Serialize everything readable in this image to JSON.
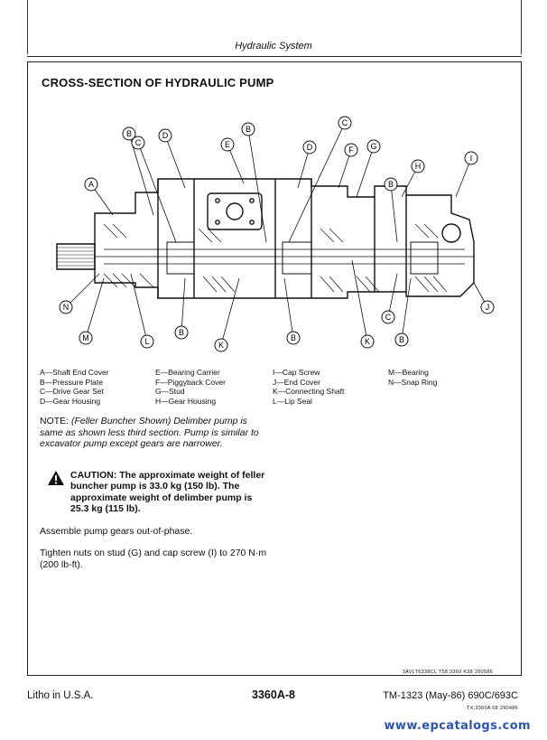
{
  "header": {
    "title": "Hydraulic System"
  },
  "section": {
    "title": "CROSS-SECTION OF HYDRAULIC PUMP"
  },
  "callouts": [
    "A",
    "B",
    "C",
    "D",
    "E",
    "B",
    "C",
    "D",
    "F",
    "G",
    "H",
    "I",
    "B",
    "N",
    "M",
    "L",
    "B",
    "K",
    "B",
    "K",
    "C",
    "B",
    "J"
  ],
  "legend": {
    "col1": [
      "A—Shaft End Cover",
      "B—Pressure Plate",
      "C—Drive Gear Set",
      "D—Gear Housing"
    ],
    "col2": [
      "E—Bearing Carrier",
      "F—Piggyback Cover",
      "G—Stud",
      "H—Gear Housing"
    ],
    "col3": [
      "I—Cap Screw",
      "J—End Cover",
      "K—Connecting Shaft",
      "L—Lip Seal"
    ],
    "col4": [
      "M—Bearing",
      "N—Snap Ring"
    ]
  },
  "note": {
    "label": "NOTE:",
    "body": "(Feller Buncher Shown) Delimber pump is same as shown less third section. Pump is similar to excavator pump except gears are narrower."
  },
  "caution": {
    "text": "CAUTION: The approximate weight of feller buncher pump is 33.0 kg (150 lb). The approximate weight of delimber pump is 25.3 kg (115 lb)."
  },
  "paragraphs": [
    "Assemble pump gears out-of-phase.",
    "Tighten nuts on stud (G) and cap screw (I) to 270 N·m (200 lb-ft)."
  ],
  "refcode": "3AVLT6338CL  T58;3360  K38  200586",
  "footer": {
    "left": "Litho in U.S.A.",
    "center": "3360A-8",
    "right": "TM-1323 (May-86) 690C/693C",
    "small": "TX;3360A  08  290486"
  },
  "watermark": "www.epcatalogs.com"
}
